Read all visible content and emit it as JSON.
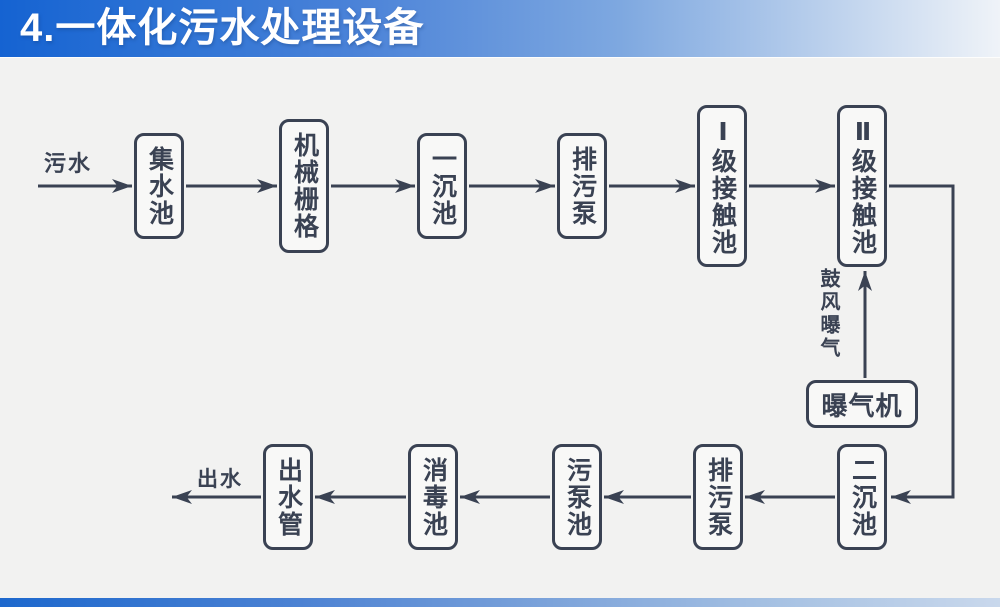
{
  "slide": {
    "title": "4.一体化污水处理设备"
  },
  "diagram": {
    "inflow_label": "污水",
    "outflow_label": "出水",
    "aeration_label": "鼓风曝气",
    "nodes": {
      "collection_pool": "集水池",
      "mechanical_screen": "机械栅格",
      "primary_sedimentation": "一沉池",
      "sewage_pump_top": "排污泵",
      "contact_pool_1": "Ⅰ级接触池",
      "contact_pool_2": "Ⅱ级接触池",
      "aerator": "曝气机",
      "secondary_sedimentation": "二沉池",
      "sewage_pump_bottom": "排污泵",
      "sewage_pump_pool": "污泵池",
      "disinfection_pool": "消毒池",
      "outlet_pipe": "出水管"
    },
    "edges": [
      {
        "from": "污水",
        "to": "集水池"
      },
      {
        "from": "集水池",
        "to": "机械栅格"
      },
      {
        "from": "机械栅格",
        "to": "一沉池"
      },
      {
        "from": "一沉池",
        "to": "排污泵"
      },
      {
        "from": "排污泵",
        "to": "Ⅰ级接触池"
      },
      {
        "from": "Ⅰ级接触池",
        "to": "Ⅱ级接触池"
      },
      {
        "from": "Ⅱ级接触池",
        "to": "二沉池"
      },
      {
        "from": "曝气机",
        "to": "Ⅱ级接触池",
        "label": "鼓风曝气"
      },
      {
        "from": "二沉池",
        "to": "排污泵"
      },
      {
        "from": "排污泵",
        "to": "污泵池"
      },
      {
        "from": "污泵池",
        "to": "消毒池"
      },
      {
        "from": "消毒池",
        "to": "出水管"
      },
      {
        "from": "出水管",
        "to": "出水"
      }
    ],
    "colors": {
      "ink": "#3a4253",
      "banner_blue": "#1563d2",
      "background": "#f2f2f1",
      "accent_bar_blue": "#1d68cd",
      "title_text": "#ffffff"
    }
  }
}
